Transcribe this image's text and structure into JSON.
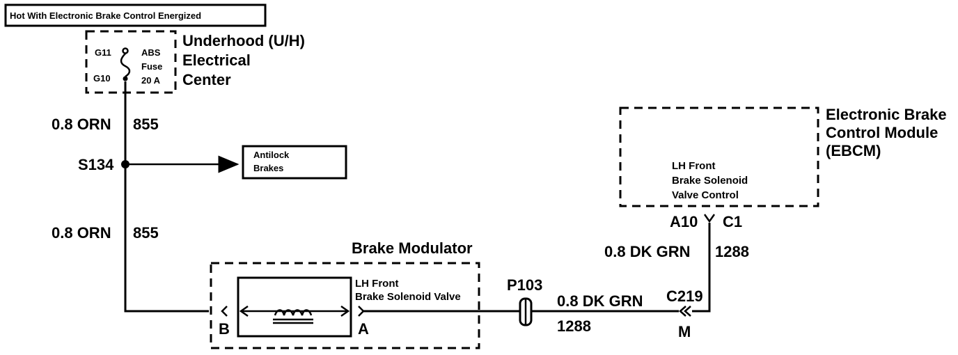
{
  "header_box": "Hot With Electronic Brake Control Energized",
  "uh_center": {
    "title_lines": [
      "Underhood (U/H)",
      "Electrical",
      "Center"
    ],
    "fuse_lines": [
      "ABS",
      "Fuse",
      "20 A"
    ],
    "pin_top": "G11",
    "pin_bottom": "G10"
  },
  "wire_upper": {
    "gauge_color": "0.8 ORN",
    "circuit": "855"
  },
  "splice": "S134",
  "antilock_box": [
    "Antilock",
    "Brakes"
  ],
  "wire_lower": {
    "gauge_color": "0.8 ORN",
    "circuit": "855"
  },
  "brake_modulator": {
    "title": "Brake Modulator",
    "valve_lines": [
      "LH Front",
      "Brake Solenoid Valve"
    ],
    "pin_left": "B",
    "pin_right": "A"
  },
  "connector_p103": "P103",
  "wire_bottom": {
    "gauge_color": "0.8 DK GRN",
    "circuit": "1288"
  },
  "connector_c219": {
    "name": "C219",
    "pin": "M"
  },
  "ebcm": {
    "title_lines": [
      "Electronic Brake",
      "Control Module",
      "(EBCM)"
    ],
    "inner_lines": [
      "LH Front",
      "Brake Solenoid",
      "Valve Control"
    ],
    "pin": "A10",
    "connector": "C1"
  },
  "wire_right": {
    "gauge_color": "0.8 DK GRN",
    "circuit": "1288"
  }
}
